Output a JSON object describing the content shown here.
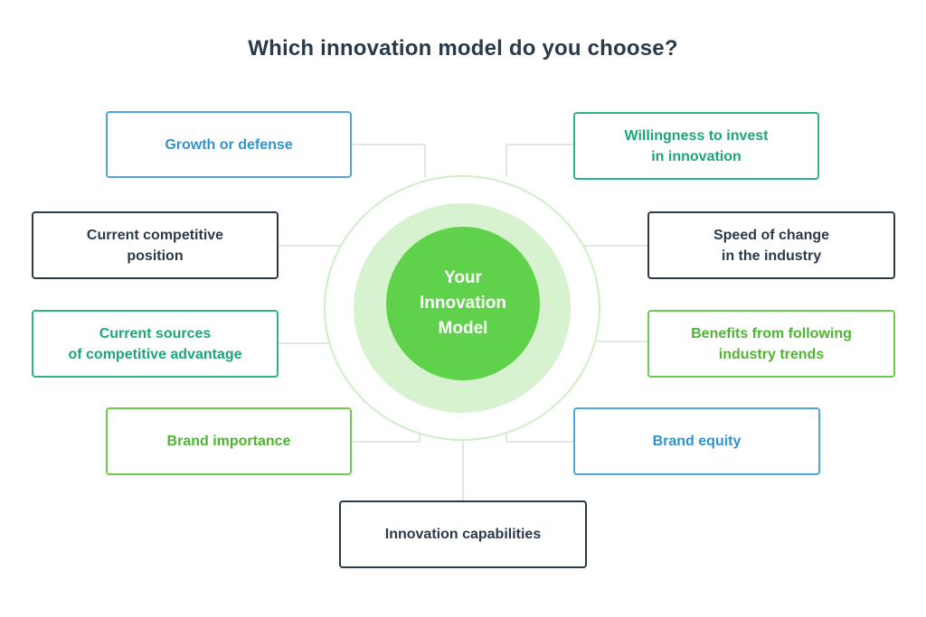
{
  "title": "Which innovation model do you choose?",
  "center": {
    "label": "Your\nInnovation\nModel"
  },
  "factors": {
    "growth_or_defense": "Growth or defense",
    "willingness_to_invest": "Willingness to invest\nin innovation",
    "current_competitive_position": "Current competitive\nposition",
    "speed_of_change": "Speed of change\nin the industry",
    "current_sources": "Current sources\nof competitive advantage",
    "benefits_from_trends": "Benefits from following\nindustry trends",
    "brand_importance": "Brand importance",
    "brand_equity": "Brand equity",
    "innovation_capabilities": "Innovation capabilities"
  },
  "colors": {
    "title": "#2b3a4a",
    "blue": "#4aa8dc",
    "teal": "#2db48a",
    "navy": "#2b3a4a",
    "green": "#6bcb4e",
    "core": "#5fd14a",
    "ring_light": "#d6f2cf"
  }
}
